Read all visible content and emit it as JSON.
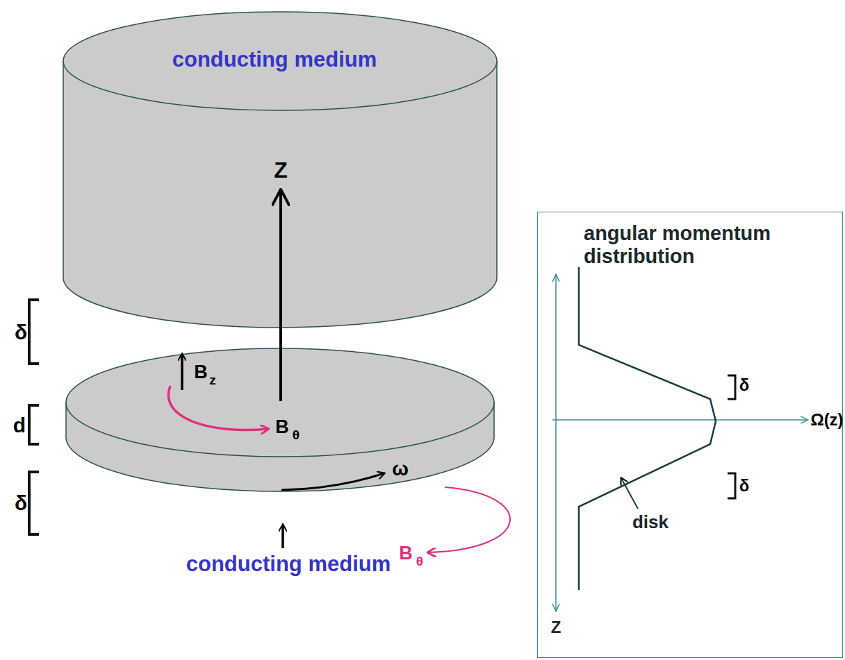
{
  "diagram": {
    "nodes": [
      {
        "text": [
          "conducting medium"
        ]
      },
      {
        "text": [
          "angular momentum distribution"
        ]
      }
    ],
    "labels": [
      "Z",
      "δ",
      "d",
      "δ",
      "B",
      "z",
      "B",
      "θ",
      "ω",
      "B",
      "θ",
      "conducting medium",
      "δ",
      "Ω(z)",
      "δ",
      "disk",
      "Z"
    ]
  }
}
